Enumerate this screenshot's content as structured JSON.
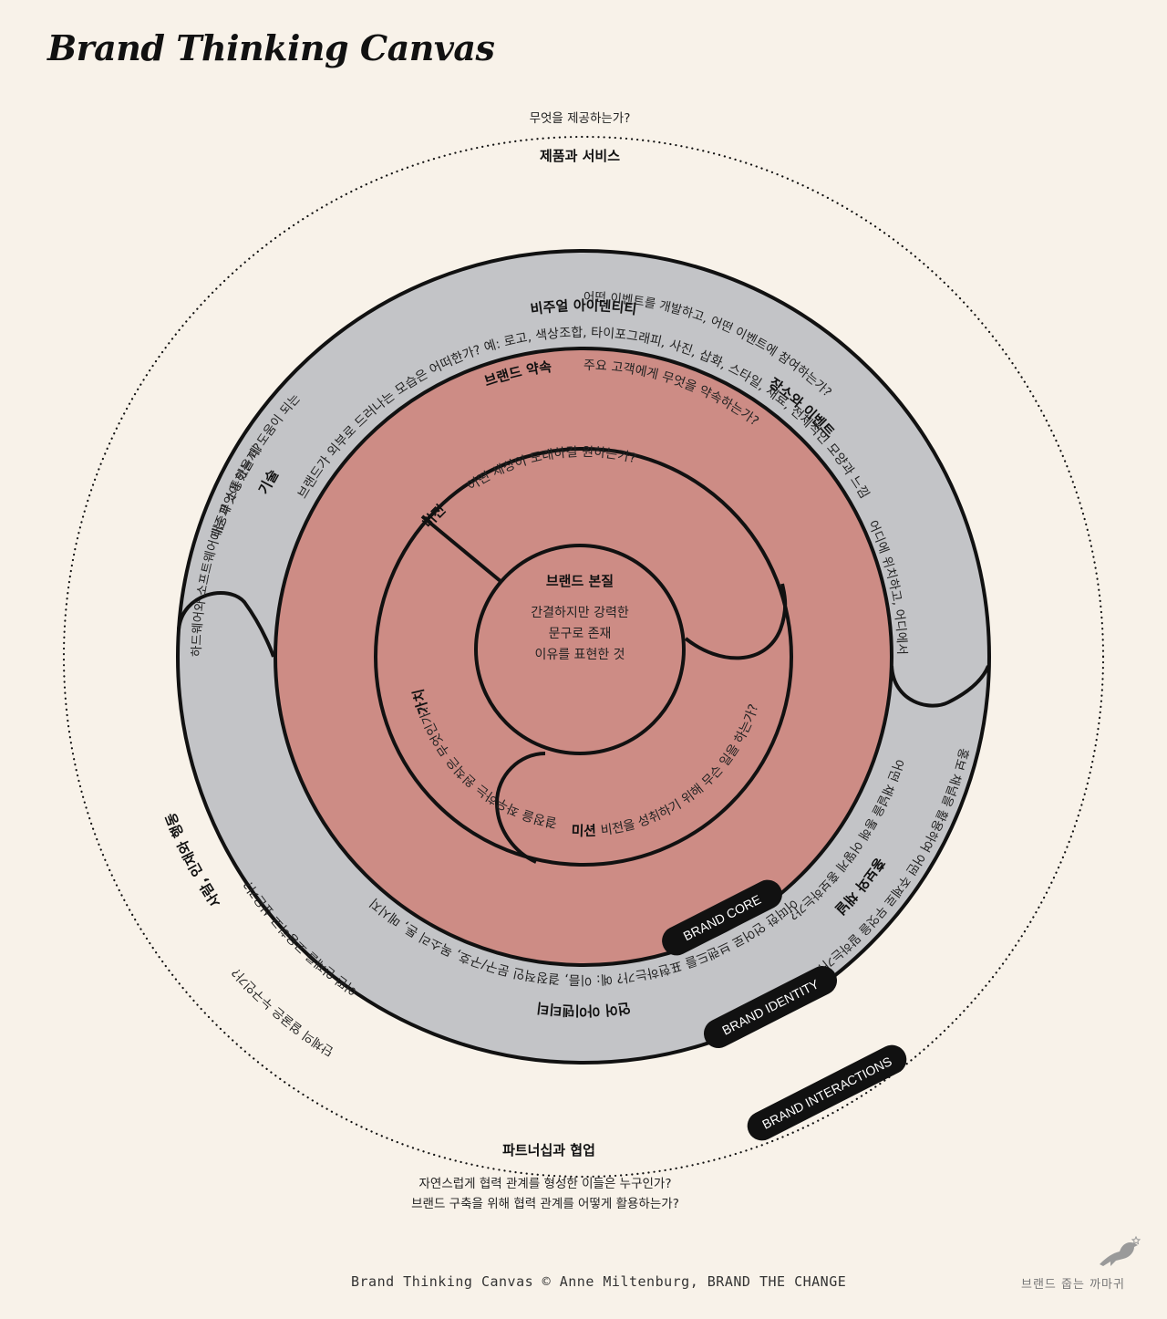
{
  "title": "Brand Thinking Canvas",
  "colors": {
    "background": "#f8f2e9",
    "identity_ring": "#c3c4c7",
    "core_ring": "#cd8c85",
    "outline": "#111111",
    "pill": "#111111"
  },
  "interactions": {
    "products": {
      "title": "제품과 서비스",
      "question": "무엇을 제공하는가?"
    },
    "places": {
      "title": "장소와 이벤트",
      "question1": "어디에 위치하고, 어디에서 대중의 눈에 띄는가?",
      "question2": "어떤 이벤트를 개발하고, 어떤 이벤트에 참여하는가?"
    },
    "promotion": {
      "title": "홍보와 채널",
      "question1": "어떤 채널을 통해 어떻게 홍보하는가?",
      "question2": "홍보 채널을 활용하여 어떤 주제로 무엇을 말하는가?"
    },
    "partnerships": {
      "title": "파트너십과 협업",
      "question1": "자연스럽게 협력 관계를 형성한 이들은 누구인가?",
      "question2": "브랜드 구축을 위해 협력 관계를 어떻게 활용하는가?"
    },
    "people": {
      "title": "사람, 인재와 행동",
      "question1": "단체의 얼굴은 누구인가?",
      "question2": "어떤 인재를 고용하고 싶은가?"
    },
    "technology": {
      "title": "기술",
      "question1": "대중과 소통하는 데 도움이 되는",
      "question2": "하드웨어와 소프트웨어에는 무엇이 있을까?"
    }
  },
  "identity": {
    "visual": {
      "title": "비주얼 아이덴티티",
      "question": "브랜드가 외부로 드러나는 모습은 어떠한가? 예: 로고, 색상조합, 타이포그래피, 사진, 삽화, 스타일, 재료, 전체적인 모양과 느낌"
    },
    "verbal": {
      "title": "언어 아이덴티티",
      "question": "어떠한 언어로 브랜드를 표현하는가? 예: 이름, 결정적인 문구/구호, 목소리 톤, 메시지"
    }
  },
  "core": {
    "promise": {
      "title": "브랜드 약속",
      "question": "주요 고객에게 무엇을 약속하는가?"
    },
    "vision": {
      "title": "비전",
      "question": "어떤 세상이 도래하길 원하는가?"
    },
    "values": {
      "title": "가치",
      "question": "결정을 좌우하는 원칙은 무엇인가?"
    },
    "mission": {
      "title": "미션",
      "question": "비전을 성취하기 위해 무슨 일을 하는가?"
    },
    "essence": {
      "title": "브랜드 본질",
      "line1": "간결하지만 강력한",
      "line2": "문구로 존재",
      "line3": "이유를 표현한 것"
    }
  },
  "labels": {
    "core": "BRAND CORE",
    "identity": "BRAND IDENTITY",
    "interactions": "BRAND INTERACTIONS"
  },
  "footer": {
    "credit": "Brand Thinking Canvas © Anne Miltenburg,  BRAND THE CHANGE",
    "brand": "브랜드 줍는 까마귀"
  }
}
